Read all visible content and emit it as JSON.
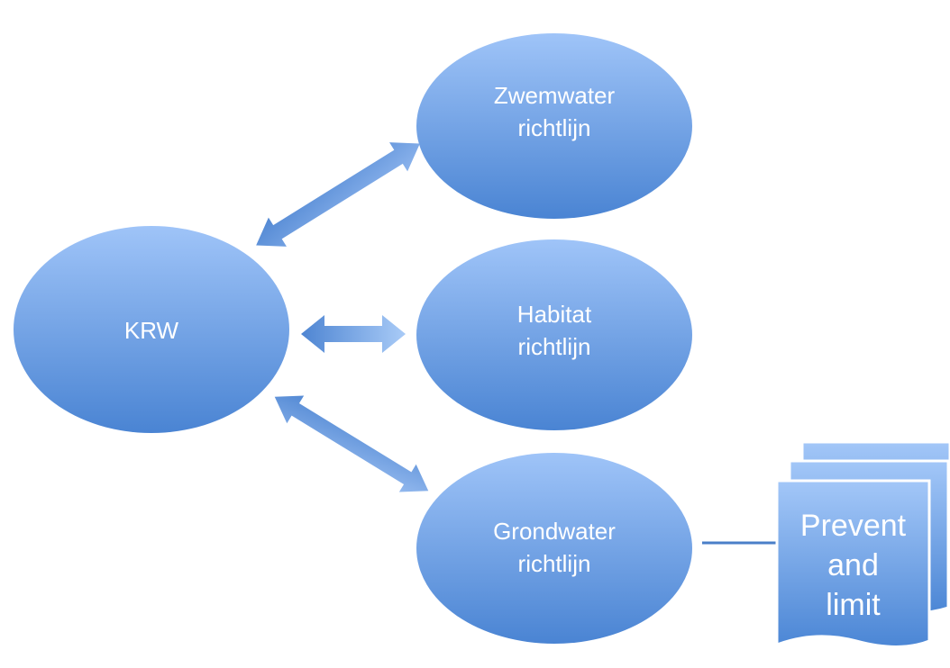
{
  "diagram": {
    "nodes": {
      "krw": {
        "label": "KRW"
      },
      "zwemwater": {
        "line1": "Zwemwater",
        "line2": "richtlijn"
      },
      "habitat": {
        "line1": "Habitat",
        "line2": "richtlijn"
      },
      "grondwater": {
        "line1": "Grondwater",
        "line2": "richtlijn"
      }
    },
    "document": {
      "line1": "Prevent",
      "line2": "and",
      "line3": "limit"
    },
    "colors": {
      "fill_top": "#9ec3f7",
      "fill_bottom": "#4a85d4",
      "arrow": "#5b8fd6",
      "connector": "#4a7fc8",
      "text": "#ffffff"
    }
  }
}
